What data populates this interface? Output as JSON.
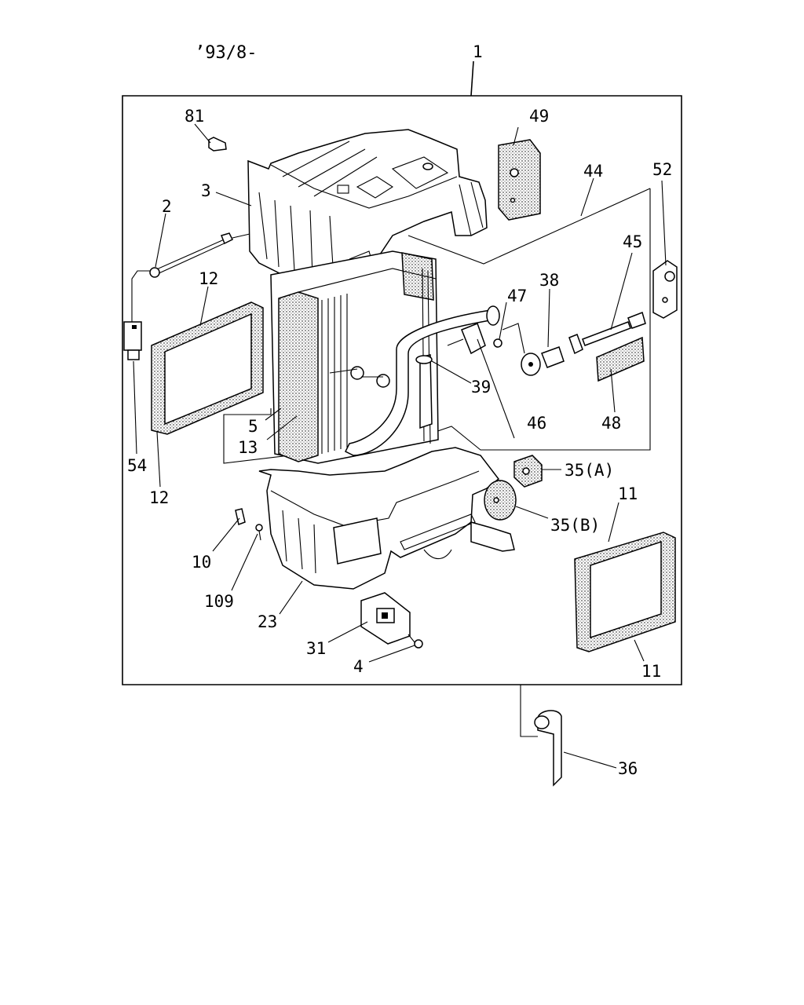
{
  "date_code": "’93/8-",
  "callouts": {
    "c1": "1",
    "c2": "2",
    "c3": "3",
    "c4": "4",
    "c5": "5",
    "c10": "10",
    "c11a": "11",
    "c11b": "11",
    "c12a": "12",
    "c12b": "12",
    "c13": "13",
    "c23": "23",
    "c31": "31",
    "c35a": "35(A)",
    "c35b": "35(B)",
    "c36": "36",
    "c38": "38",
    "c39": "39",
    "c44": "44",
    "c45": "45",
    "c46": "46",
    "c47": "47",
    "c48": "48",
    "c49": "49",
    "c52": "52",
    "c54": "54",
    "c81": "81",
    "c109": "109"
  }
}
